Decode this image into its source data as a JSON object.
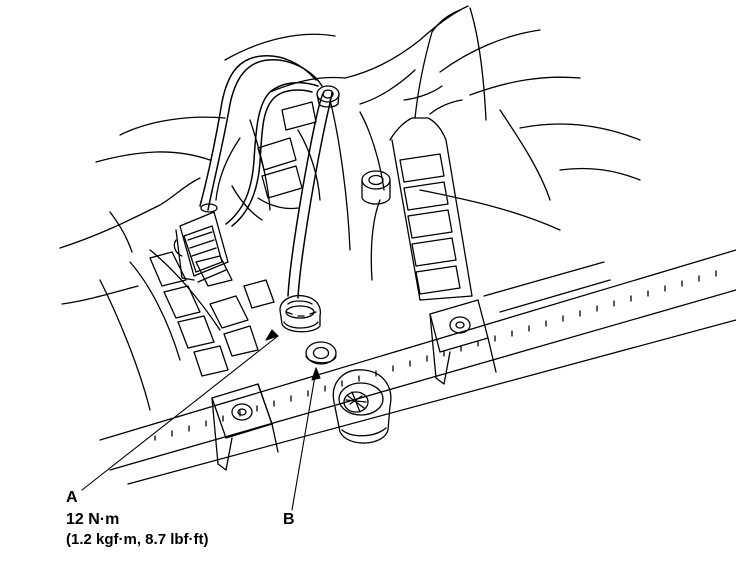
{
  "labels": {
    "part_a": "A",
    "torque_primary": "12 N·m",
    "torque_alt": "(1.2 kgf·m, 8.7 lbf·ft)",
    "part_b": "B"
  },
  "colors": {
    "line": "#000000",
    "background": "#ffffff"
  }
}
